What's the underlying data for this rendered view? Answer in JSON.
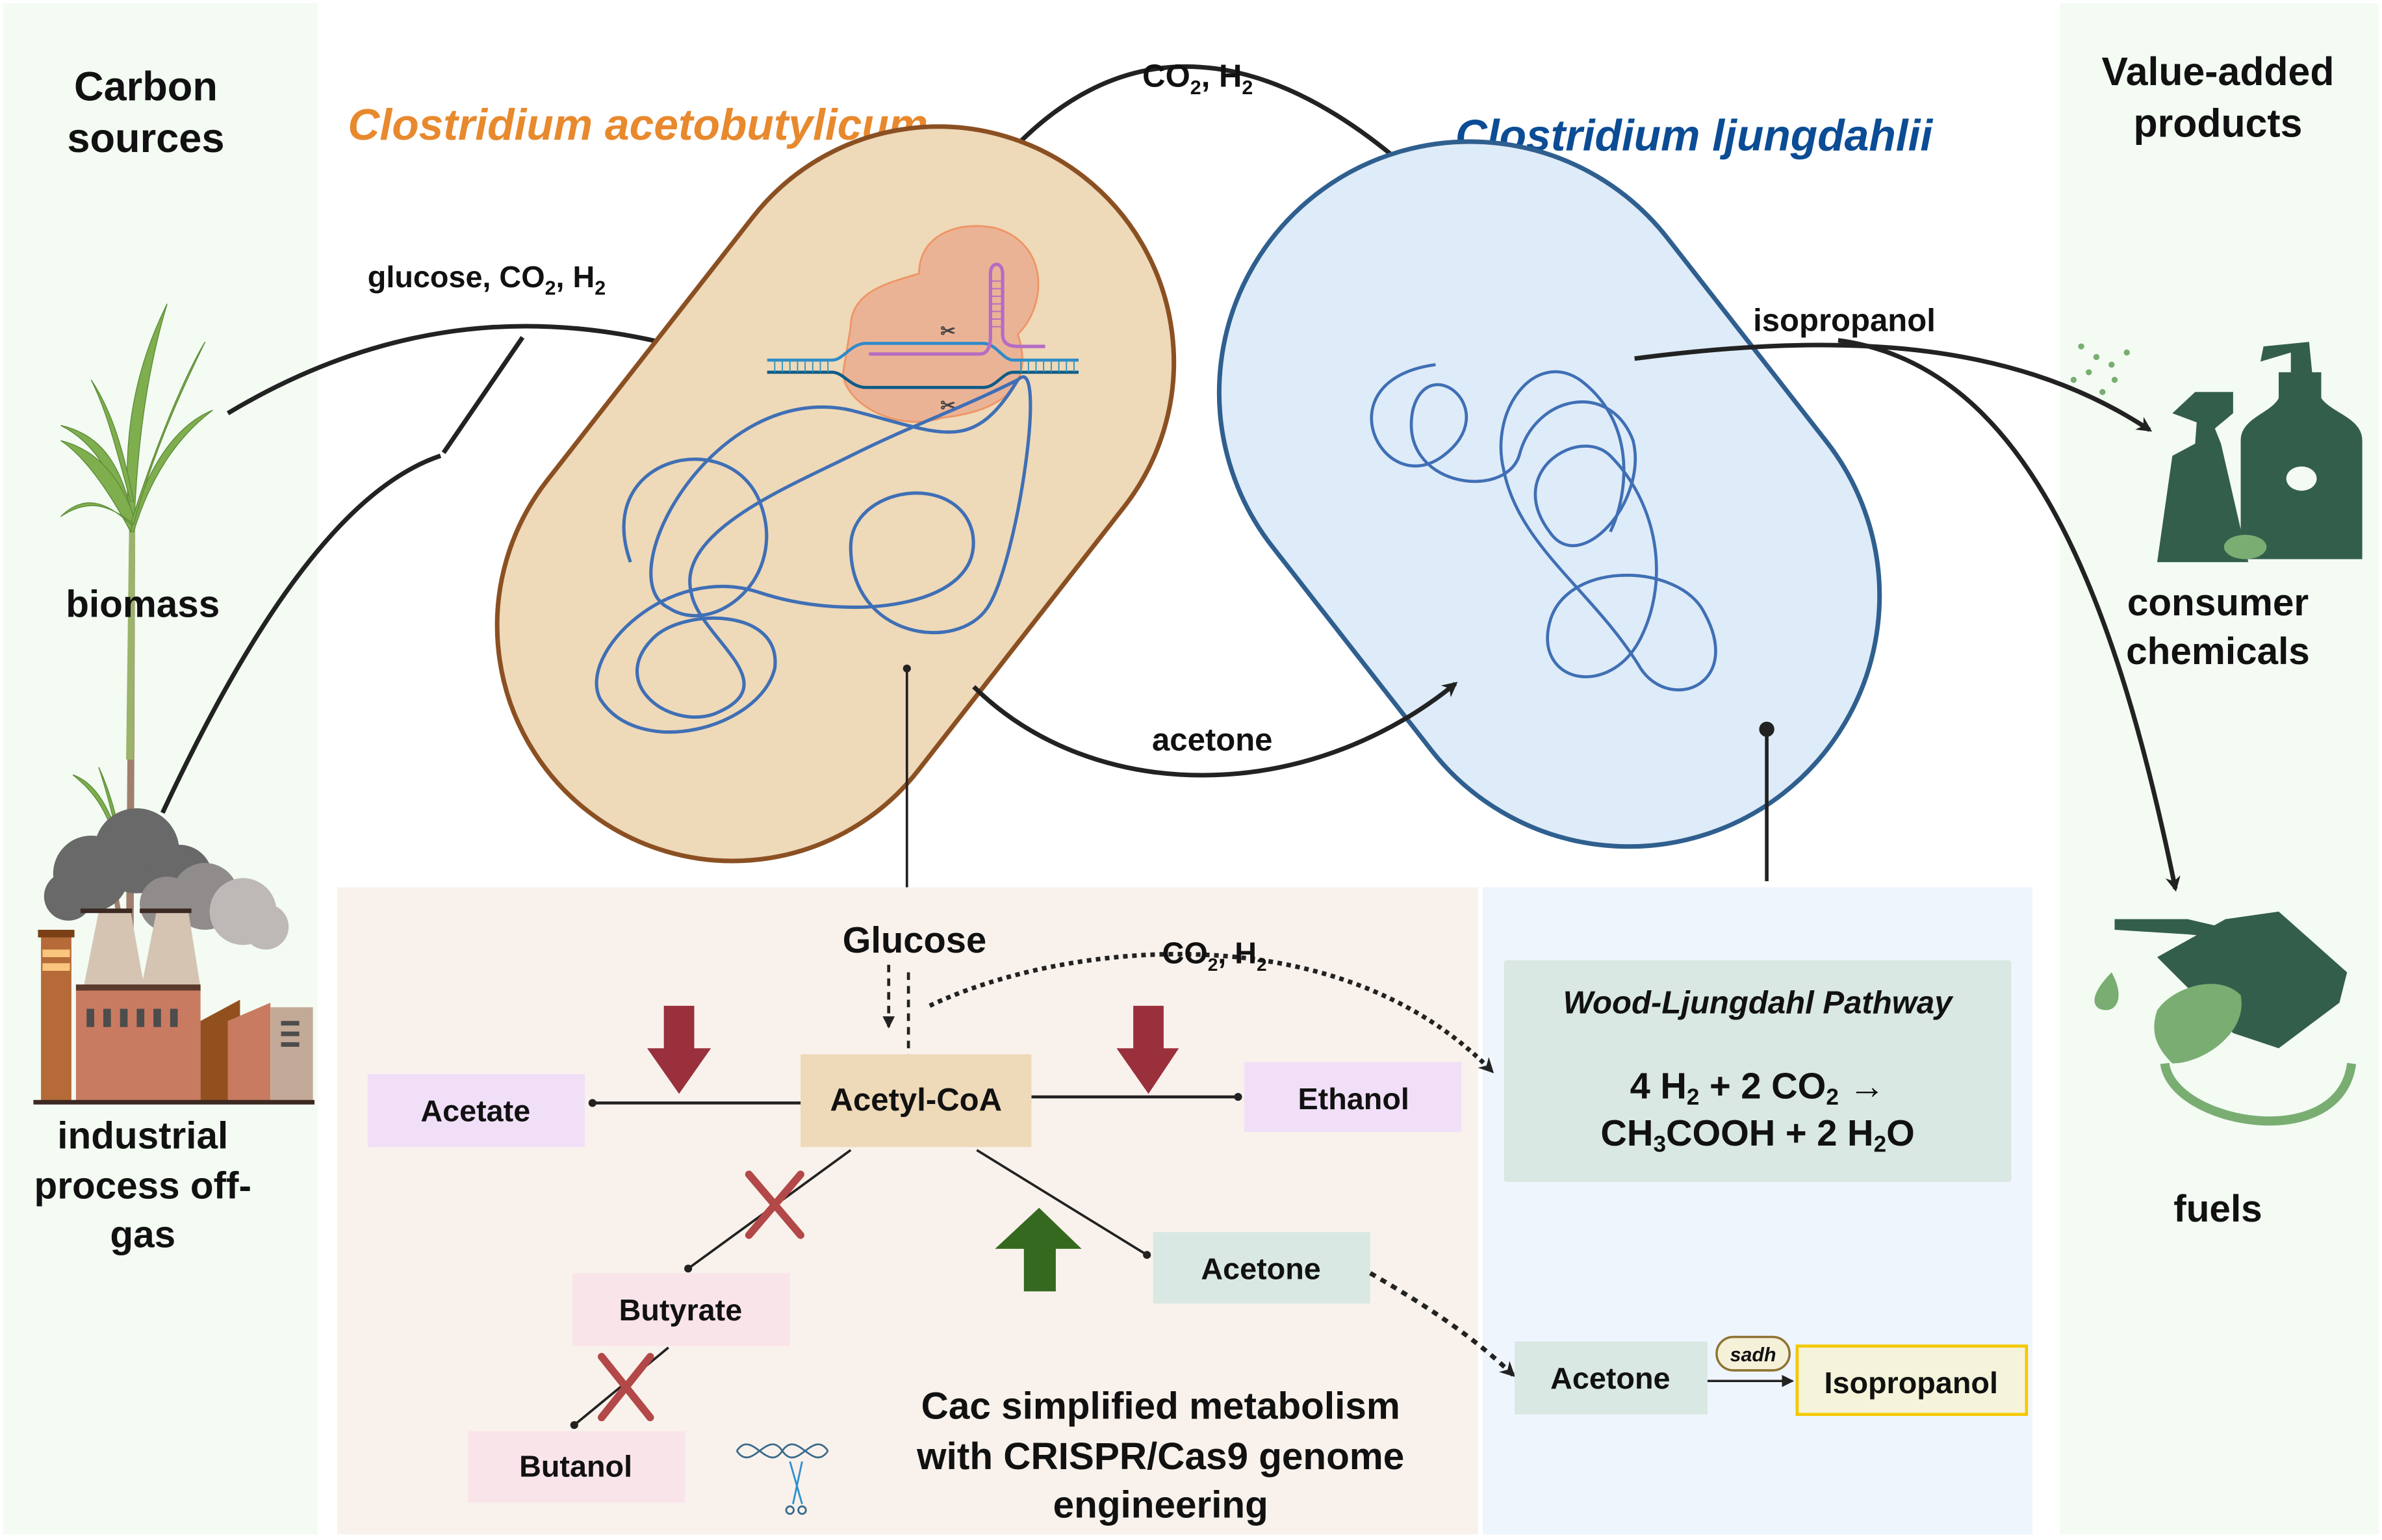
{
  "left_panel": {
    "title_line1": "Carbon",
    "title_line2": "sources",
    "biomass_label": "biomass",
    "offgas_line1": "industrial",
    "offgas_line2": "process off-",
    "offgas_line3": "gas"
  },
  "right_panel": {
    "title_line1": "Value-added",
    "title_line2": "products",
    "consumer_line1": "consumer",
    "consumer_line2": "chemicals",
    "fuels_label": "fuels"
  },
  "organisms": {
    "cac": {
      "name": "Clostridium acetobutylicum",
      "color": "#E8892E"
    },
    "clj": {
      "name": "Clostridium ljungdahlii",
      "color": "#0B4C95"
    }
  },
  "flows": {
    "input_main": "glucose, CO",
    "input_sub2": "2",
    "input_h": ", H",
    "input_h2sub": "2",
    "top_co2": "CO",
    "top_co2_sub": "2",
    "top_h": ", H",
    "top_h_sub": "2",
    "acetone": "acetone",
    "isopropanol": "isopropanol"
  },
  "cac_pathway": {
    "glucose": "Glucose",
    "co2_label": "CO",
    "co2_sub": "2",
    "h2_label": ", H",
    "h2_sub": "2",
    "acetyl_coa": "Acetyl-CoA",
    "acetate": "Acetate",
    "ethanol": "Ethanol",
    "butyrate": "Butyrate",
    "butanol": "Butanol",
    "acetone": "Acetone",
    "caption_line1": "Cac simplified metabolism",
    "caption_line2": "with CRISPR/Cas9 genome",
    "caption_line3": "engineering"
  },
  "clj_pathway": {
    "wlp_title": "Wood-Ljungdahl Pathway",
    "eq_line1": {
      "a": "4 H",
      "a_sub": "2",
      "b": " + 2 CO",
      "b_sub": "2",
      "c": " →"
    },
    "eq_line2": {
      "a": "CH",
      "a_sub": "3",
      "b": "COOH + 2 H",
      "b_sub": "2",
      "c": "O"
    },
    "acetone": "Acetone",
    "enzyme": "sadh",
    "isopropanol": "Isopropanol"
  },
  "colors": {
    "panel_green": "#F3FBF3",
    "cac_fill": "#EED9B9",
    "cac_stroke": "#8B5022",
    "clj_fill": "#DEEBF8",
    "clj_stroke": "#2F5F8F",
    "dna_blue": "#3F6FB5",
    "cac_box_bg": "#F9F2EC",
    "clj_box_bg": "#EFF5FD",
    "down_arrow_red": "#9A303C",
    "up_arrow_green": "#35691F",
    "knockout_x": "#B34848",
    "product_dark_green": "#345E4C",
    "product_light_green": "#7AAD72"
  }
}
